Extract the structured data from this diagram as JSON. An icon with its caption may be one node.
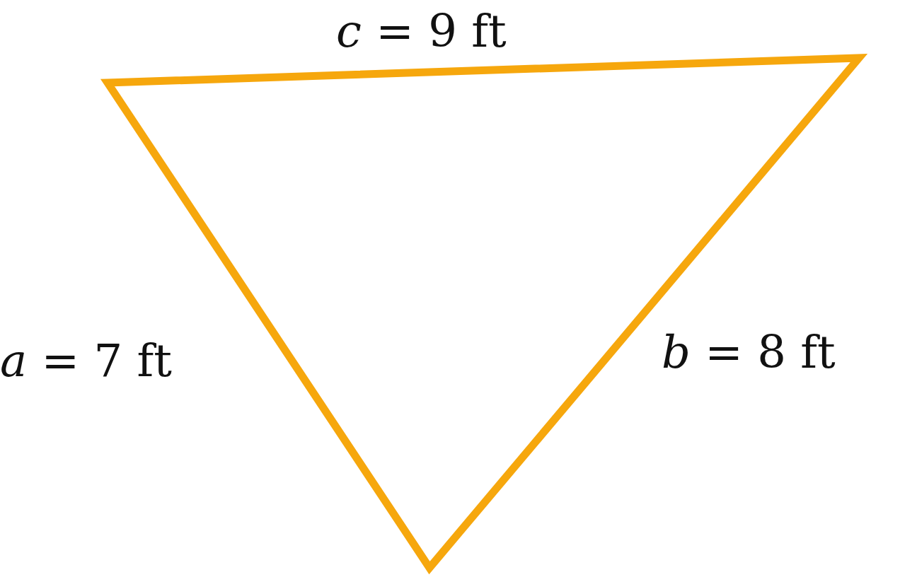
{
  "diagram": {
    "labels": [
      "*c* = 9 ft",
      "*a* = 7 ft",
      "*b* = 8 ft"
    ]
  }
}
